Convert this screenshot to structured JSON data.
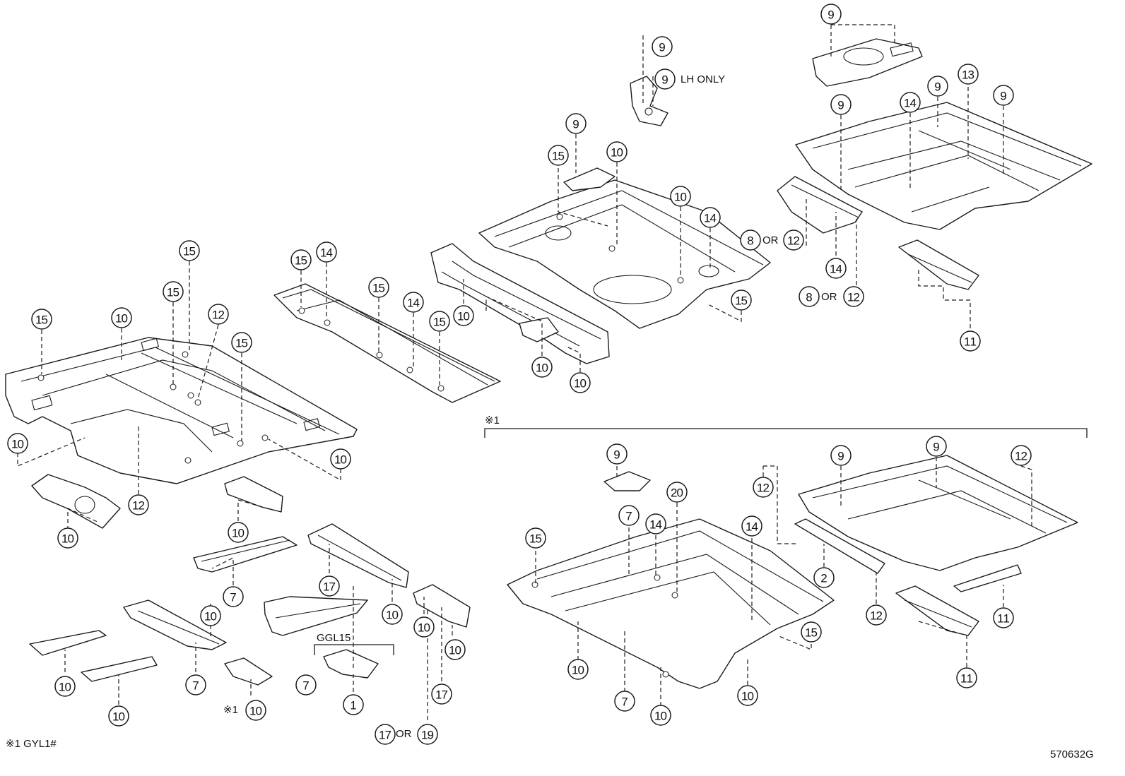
{
  "diagram": {
    "figure_code": "570632G",
    "footnote": "※1 GYL1#",
    "note_mark": "※1",
    "lh_only": "LH ONLY",
    "or_word": "OR",
    "ggl15": "GGL15",
    "callouts": [
      {
        "n": "1"
      },
      {
        "n": "2"
      },
      {
        "n": "7"
      },
      {
        "n": "8"
      },
      {
        "n": "9"
      },
      {
        "n": "10"
      },
      {
        "n": "11"
      },
      {
        "n": "12"
      },
      {
        "n": "13"
      },
      {
        "n": "14"
      },
      {
        "n": "15"
      },
      {
        "n": "17"
      },
      {
        "n": "19"
      },
      {
        "n": "20"
      }
    ]
  }
}
